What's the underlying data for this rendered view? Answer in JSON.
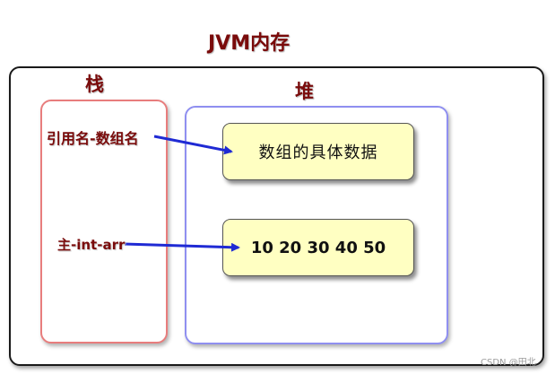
{
  "title": "JVM内存",
  "stack": {
    "label": "栈",
    "var_ref": "引用名-数组名",
    "var_main": "主-int-arr"
  },
  "heap": {
    "label": "堆",
    "box_desc": "数组的具体数据",
    "box_values": "10 20 30 40 50"
  },
  "watermark": "CSDN @田北",
  "colors": {
    "label_red": "#7a0b0b",
    "stack_border": "#e87d7d",
    "heap_border": "#8f8ff0",
    "box_fill": "#ffffc2",
    "arrow_blue": "#1f2ad4"
  }
}
